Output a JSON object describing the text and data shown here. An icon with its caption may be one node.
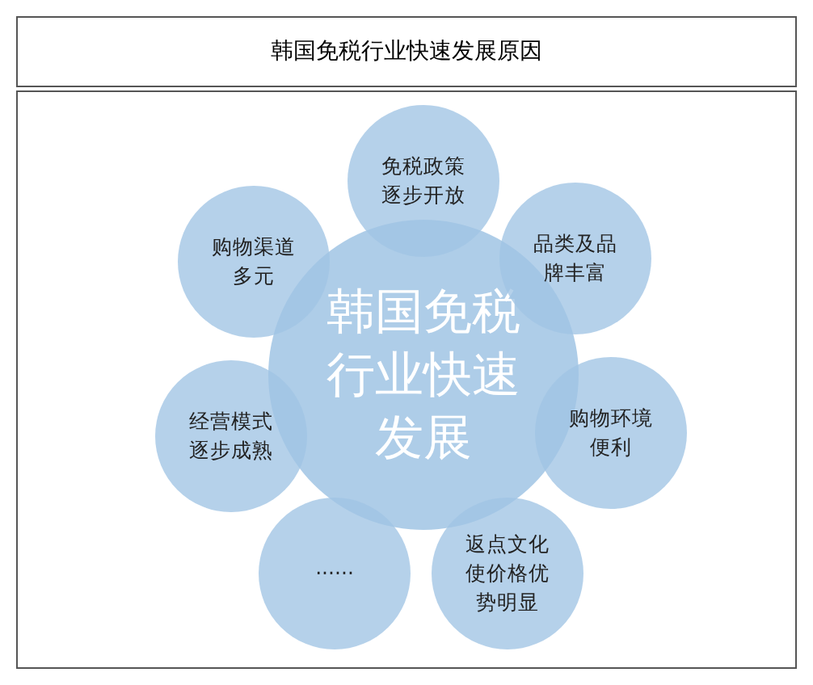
{
  "diagram": {
    "title": "韩国免税行业快速发展原因",
    "nodes": [
      {
        "text": [
          "韩国免税行业快速发展"
        ]
      },
      {
        "text": [
          "免税政策逐步开放"
        ]
      },
      {
        "text": [
          "购物渠道多元"
        ]
      },
      {
        "text": [
          "品类及品牌丰富"
        ]
      },
      {
        "text": [
          "经营模式逐步成熟"
        ]
      },
      {
        "text": [
          "购物环境便利"
        ]
      },
      {
        "text": [
          "······"
        ]
      },
      {
        "text": [
          "返点文化使价格优势明显"
        ]
      }
    ]
  }
}
